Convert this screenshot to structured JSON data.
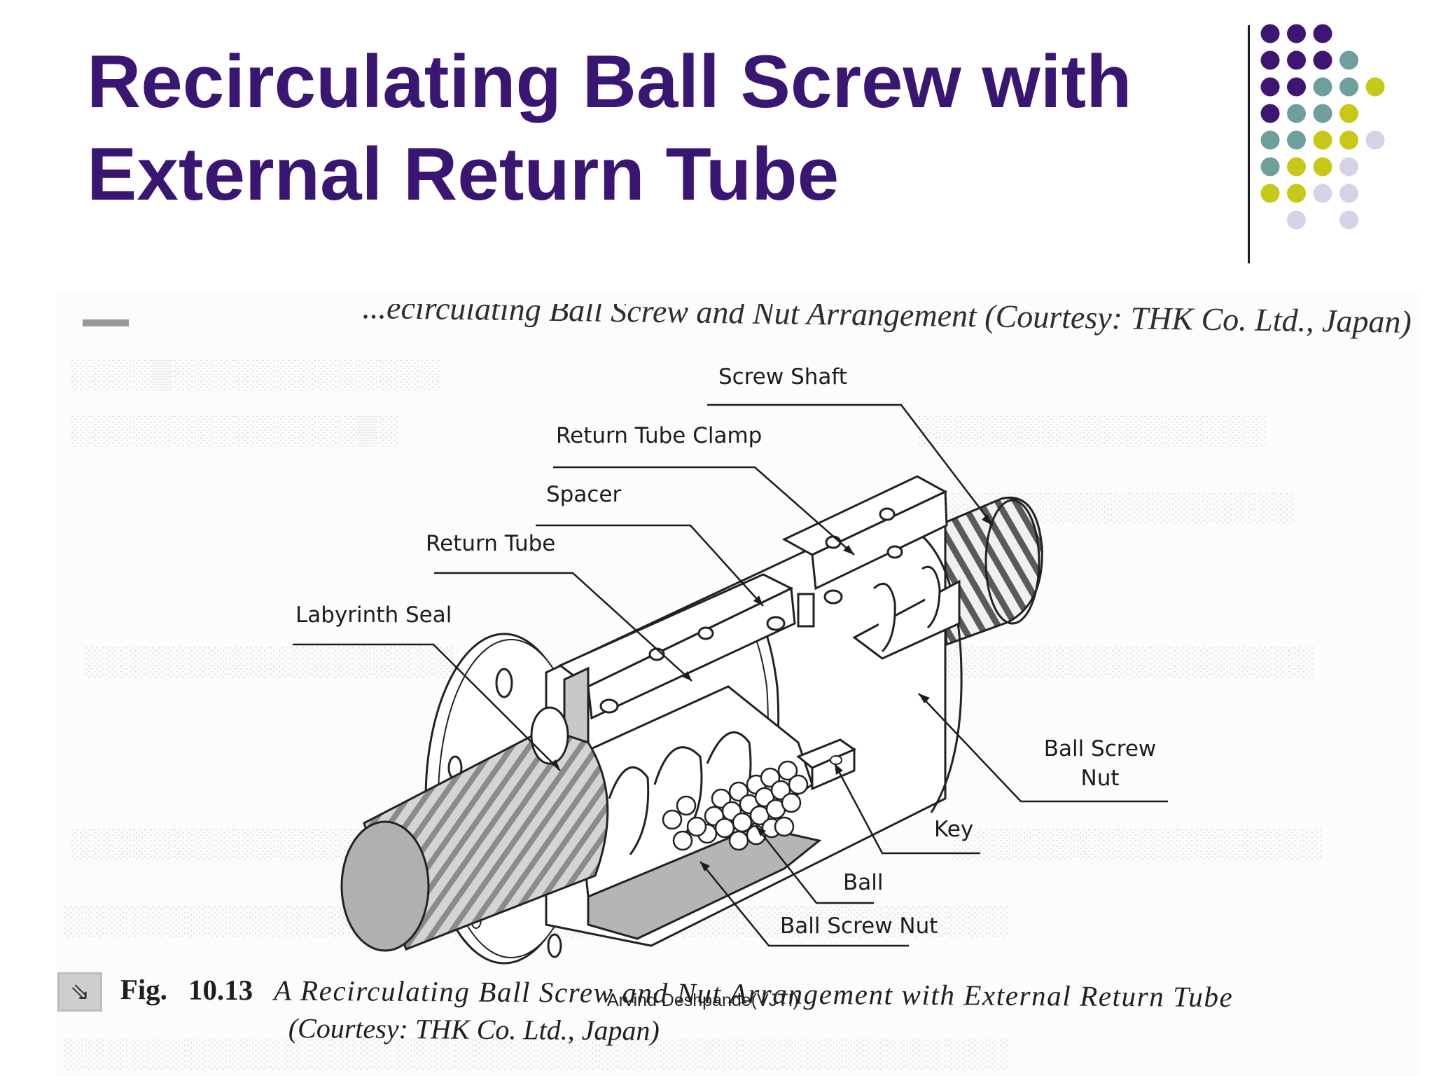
{
  "slide": {
    "title_line1": "Recirculating Ball Screw with",
    "title_line2": "External Return Tube",
    "footer": "Arvind Deshpande(VJTI)"
  },
  "decoration": {
    "dot_colors": {
      "purple": "#3f1573",
      "teal": "#6e9f9d",
      "olive": "#c8c819",
      "lavender": "#d5d3e8"
    },
    "dot_grid": [
      [
        "purple",
        "purple",
        "purple",
        null,
        null
      ],
      [
        "purple",
        "purple",
        "purple",
        "teal",
        null
      ],
      [
        "purple",
        "purple",
        "teal",
        "teal",
        "olive"
      ],
      [
        "purple",
        "teal",
        "teal",
        "olive",
        null
      ],
      [
        "teal",
        "teal",
        "olive",
        "olive",
        "lavender"
      ],
      [
        "teal",
        "olive",
        "olive",
        "lavender",
        null
      ],
      [
        "olive",
        "olive",
        "lavender",
        "lavender",
        null
      ],
      [
        null,
        "lavender",
        null,
        "lavender",
        null
      ]
    ]
  },
  "figure": {
    "headline_partial": "...ecirculating Ball Screw and Nut Arrangement (Courtesy: THK Co. Ltd., Japan)",
    "labels": {
      "screw_shaft": "Screw Shaft",
      "return_tube_clamp": "Return Tube Clamp",
      "spacer": "Spacer",
      "return_tube": "Return Tube",
      "labyrinth_seal": "Labyrinth Seal",
      "ball_screw_nut_right_line1": "Ball Screw",
      "ball_screw_nut_right_line2": "Nut",
      "key": "Key",
      "ball": "Ball",
      "ball_screw_nut_bottom": "Ball Screw Nut"
    },
    "caption_icon": "arrow-icon",
    "caption_fig": "Fig.",
    "caption_num": "10.13",
    "caption_text": "A Recirculating Ball Screw and Nut Arrangement with External Return Tube",
    "caption_line2": "(Courtesy: THK Co. Ltd., Japan)"
  }
}
